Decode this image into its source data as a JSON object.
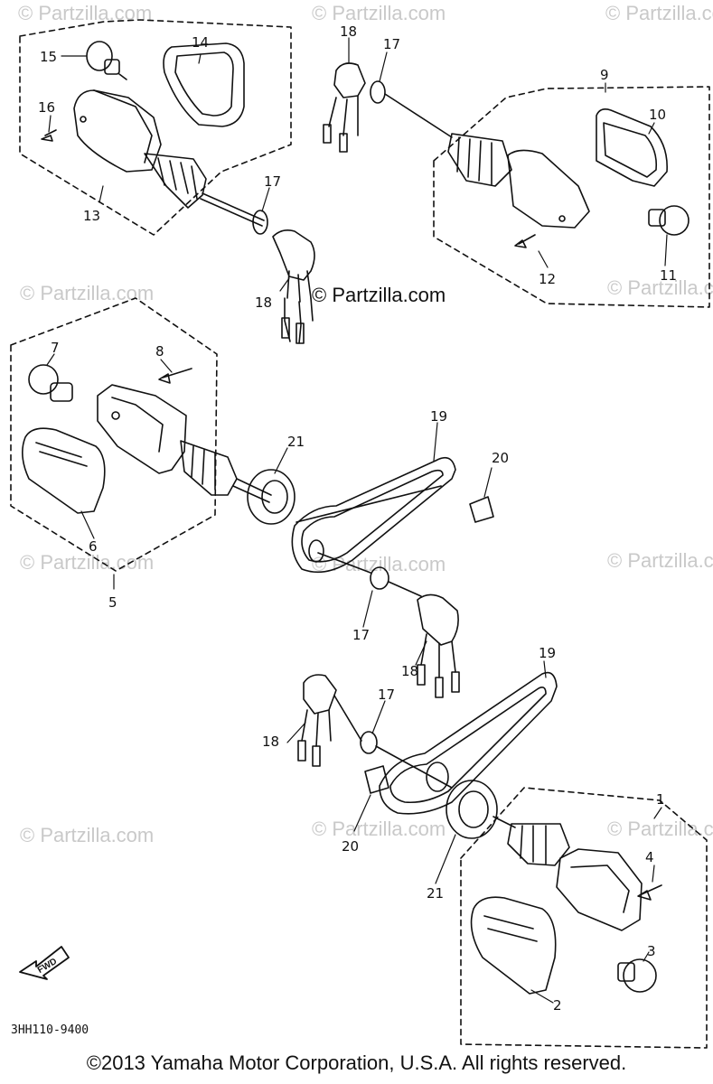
{
  "watermark": {
    "text": "© Partzilla.com",
    "center_text": "© Partzilla.com"
  },
  "callouts": [
    "1",
    "2",
    "3",
    "4",
    "5",
    "6",
    "7",
    "8",
    "9",
    "10",
    "11",
    "12",
    "13",
    "14",
    "15",
    "16",
    "17",
    "18",
    "19",
    "20",
    "21"
  ],
  "labels": {
    "l1": "1",
    "l2": "2",
    "l3": "3",
    "l4": "4",
    "l5": "5",
    "l6": "6",
    "l7": "7",
    "l8": "8",
    "l9": "9",
    "l10": "10",
    "l11": "11",
    "l12": "12",
    "l13": "13",
    "l14": "14",
    "l15": "15",
    "l16": "16",
    "l17a": "17",
    "l17b": "17",
    "l17c": "17",
    "l17d": "17",
    "l18a": "18",
    "l18b": "18",
    "l18c": "18",
    "l18d": "18",
    "l19a": "19",
    "l19b": "19",
    "l20a": "20",
    "l20b": "20",
    "l21a": "21",
    "l21b": "21"
  },
  "fwd_label": "FWD",
  "diagram_code": "3HH110-9400",
  "copyright": "©2013  Yamaha Motor Corporation, U.S.A. All rights reserved."
}
